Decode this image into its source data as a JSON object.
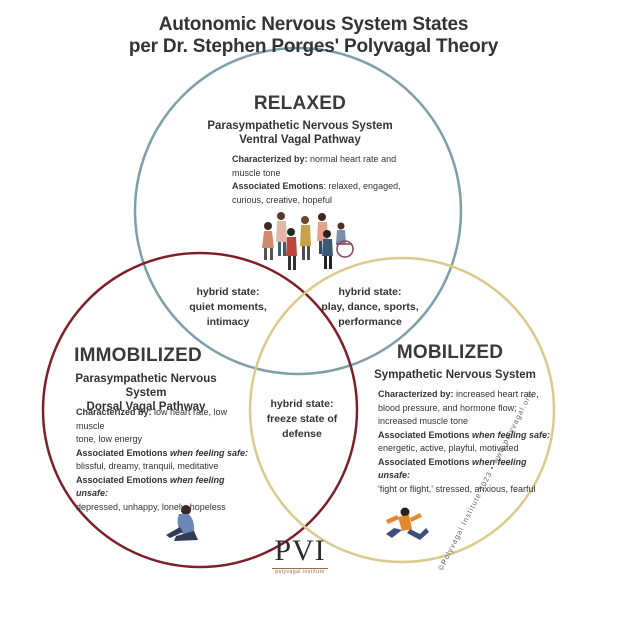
{
  "title": {
    "line1": "Autonomic Nervous System States",
    "line2": "per Dr. Stephen Porges' Polyvagal Theory"
  },
  "colors": {
    "relaxed_circle": "#7e9eaa",
    "immobilized_circle": "#7d1f28",
    "mobilized_circle": "#dcc98c",
    "logo_accent": "#9a6b3c"
  },
  "relaxed": {
    "heading": "RELAXED",
    "system": "Parasympathetic Nervous System",
    "pathway": "Ventral Vagal Pathway",
    "characterized_label": "Characterized by:",
    "characterized_text_1": " normal heart rate and",
    "characterized_text_2": "muscle tone",
    "emotions_label": "Associated Emotions",
    "emotions_text_1": ": relaxed, engaged,",
    "emotions_text_2": "curious, creative, hopeful",
    "illustration": "group-of-people-icon"
  },
  "immobilized": {
    "heading": "IMMOBILIZED",
    "system": "Parasympathetic Nervous System",
    "pathway": "Dorsal Vagal Pathway",
    "characterized_label": "Characterized by:",
    "characterized_text_1": " low heart rate, low muscle",
    "characterized_text_2": "tone, low energy",
    "safe_label": "Associated Emotions ",
    "safe_label_em": "when feeling safe:",
    "safe_text": "blissful, dreamy, tranquil, meditative",
    "unsafe_label": "Associated Emotions ",
    "unsafe_label_em": "when feeling unsafe:",
    "unsafe_text": "depressed, unhappy, lonely, hopeless",
    "illustration": "sitting-person-icon"
  },
  "mobilized": {
    "heading": "MOBILIZED",
    "system": "Sympathetic Nervous System",
    "characterized_label": "Characterized by:",
    "characterized_text_1": " increased heart rate,",
    "characterized_text_2": "blood pressure, and hormone flow;",
    "characterized_text_3": "increased muscle tone",
    "safe_label": "Associated Emotions ",
    "safe_label_em": "when feeling safe:",
    "safe_text": "energetic, active, playful, motivated",
    "unsafe_label": "Associated Emotions ",
    "unsafe_label_em": "when feeling unsafe:",
    "unsafe_text": "'fight or flight,' stressed, anxious, fearful",
    "illustration": "running-person-icon"
  },
  "hybrids": {
    "relaxed_immobilized": {
      "line1": "hybrid state:",
      "line2": "quiet moments,",
      "line3": "intimacy"
    },
    "relaxed_mobilized": {
      "line1": "hybrid state:",
      "line2": "play, dance, sports,",
      "line3": "performance"
    },
    "immobilized_mobilized": {
      "line1": "hybrid state:",
      "line2": "freeze state of",
      "line3": "defense"
    }
  },
  "copyright": "©Polyvagal Institute 2023 • www.polyvagal.org",
  "logo": {
    "mark": "PVI",
    "tagline": "polyvagal institute"
  }
}
